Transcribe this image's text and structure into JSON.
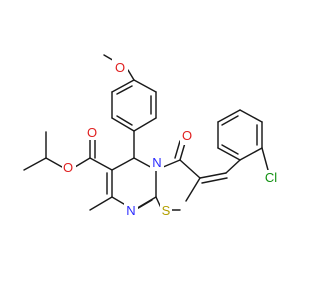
{
  "atoms": {
    "methoxy_o": "O",
    "ester_o_single": "O",
    "ester_o_double": "O",
    "carbonyl_o": "O",
    "ring_n_top": "N",
    "ring_n_bottom": "N",
    "thiazole_s": "S",
    "chlorine": "Cl"
  },
  "colors": {
    "bond": "#1a1a1a",
    "oxygen": "#e02020",
    "nitrogen": "#2b2bff",
    "sulfur": "#b3a000",
    "chlorine": "#109010"
  }
}
